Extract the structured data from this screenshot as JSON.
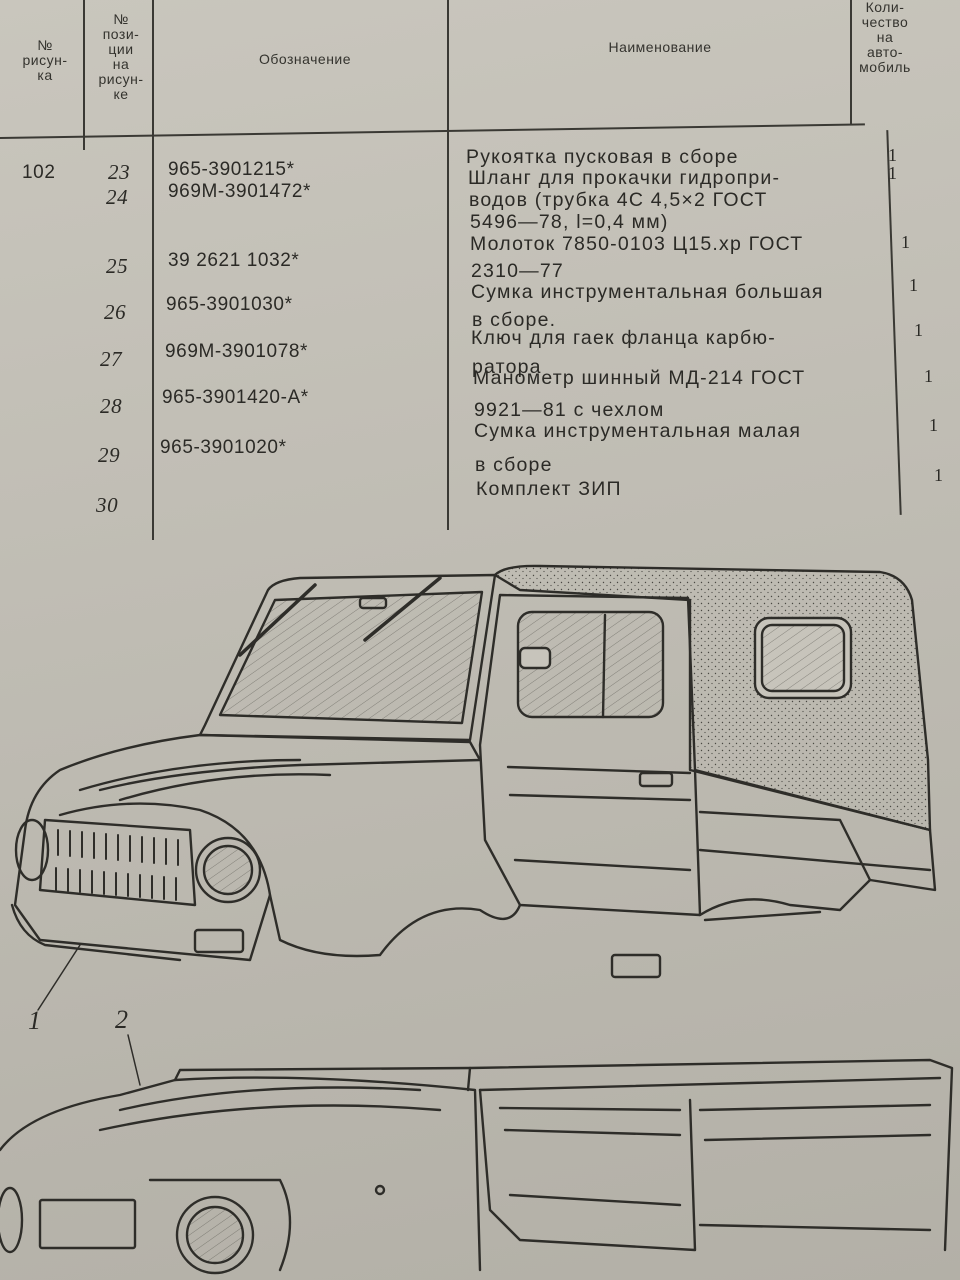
{
  "table": {
    "headers": {
      "figure_no": [
        "№",
        "рисун-",
        "ка"
      ],
      "position_no": [
        "№",
        "пози-",
        "ции",
        "на",
        "рисун-",
        "ке"
      ],
      "designation": "Обозначение",
      "name": "Наименование",
      "quantity": [
        "Коли-",
        "чество",
        "на",
        "авто-",
        "мобиль"
      ]
    },
    "figure": "102",
    "rows": [
      {
        "pos": "23",
        "code": "965-3901215*",
        "name": [
          "Рукоятка пусковая в сборе"
        ],
        "qty": "1"
      },
      {
        "pos": "24",
        "code": "969М-3901472*",
        "name": [
          "Шланг для прокачки гидропри-",
          "водов (трубка 4С 4,5×2 ГОСТ",
          "5496—78, l=0,4 мм)"
        ],
        "qty": "1"
      },
      {
        "pos": "25",
        "code": "39 2621 1032*",
        "name": [
          "Молоток 7850-0103 Ц15.хр ГОСТ",
          "2310—77"
        ],
        "qty": "1"
      },
      {
        "pos": "26",
        "code": "965-3901030*",
        "name": [
          "Сумка инструментальная большая",
          "в сборе."
        ],
        "qty": "1"
      },
      {
        "pos": "27",
        "code": "969М-3901078*",
        "name": [
          "Ключ для гаек фланца карбю-",
          "ратора"
        ],
        "qty": "1"
      },
      {
        "pos": "28",
        "code": "965-3901420-А*",
        "name": [
          "Манометр шинный МД-214 ГОСТ",
          "9921—81 с чехлом"
        ],
        "qty": "1"
      },
      {
        "pos": "29",
        "code": "965-3901020*",
        "name": [
          "Сумка инструментальная малая",
          "в сборе"
        ],
        "qty": "1"
      },
      {
        "pos": "30",
        "code": "",
        "name": [
          "Комплект ЗИП"
        ],
        "qty": "1"
      }
    ]
  },
  "figure_labels": {
    "one": "1",
    "two": "2"
  }
}
